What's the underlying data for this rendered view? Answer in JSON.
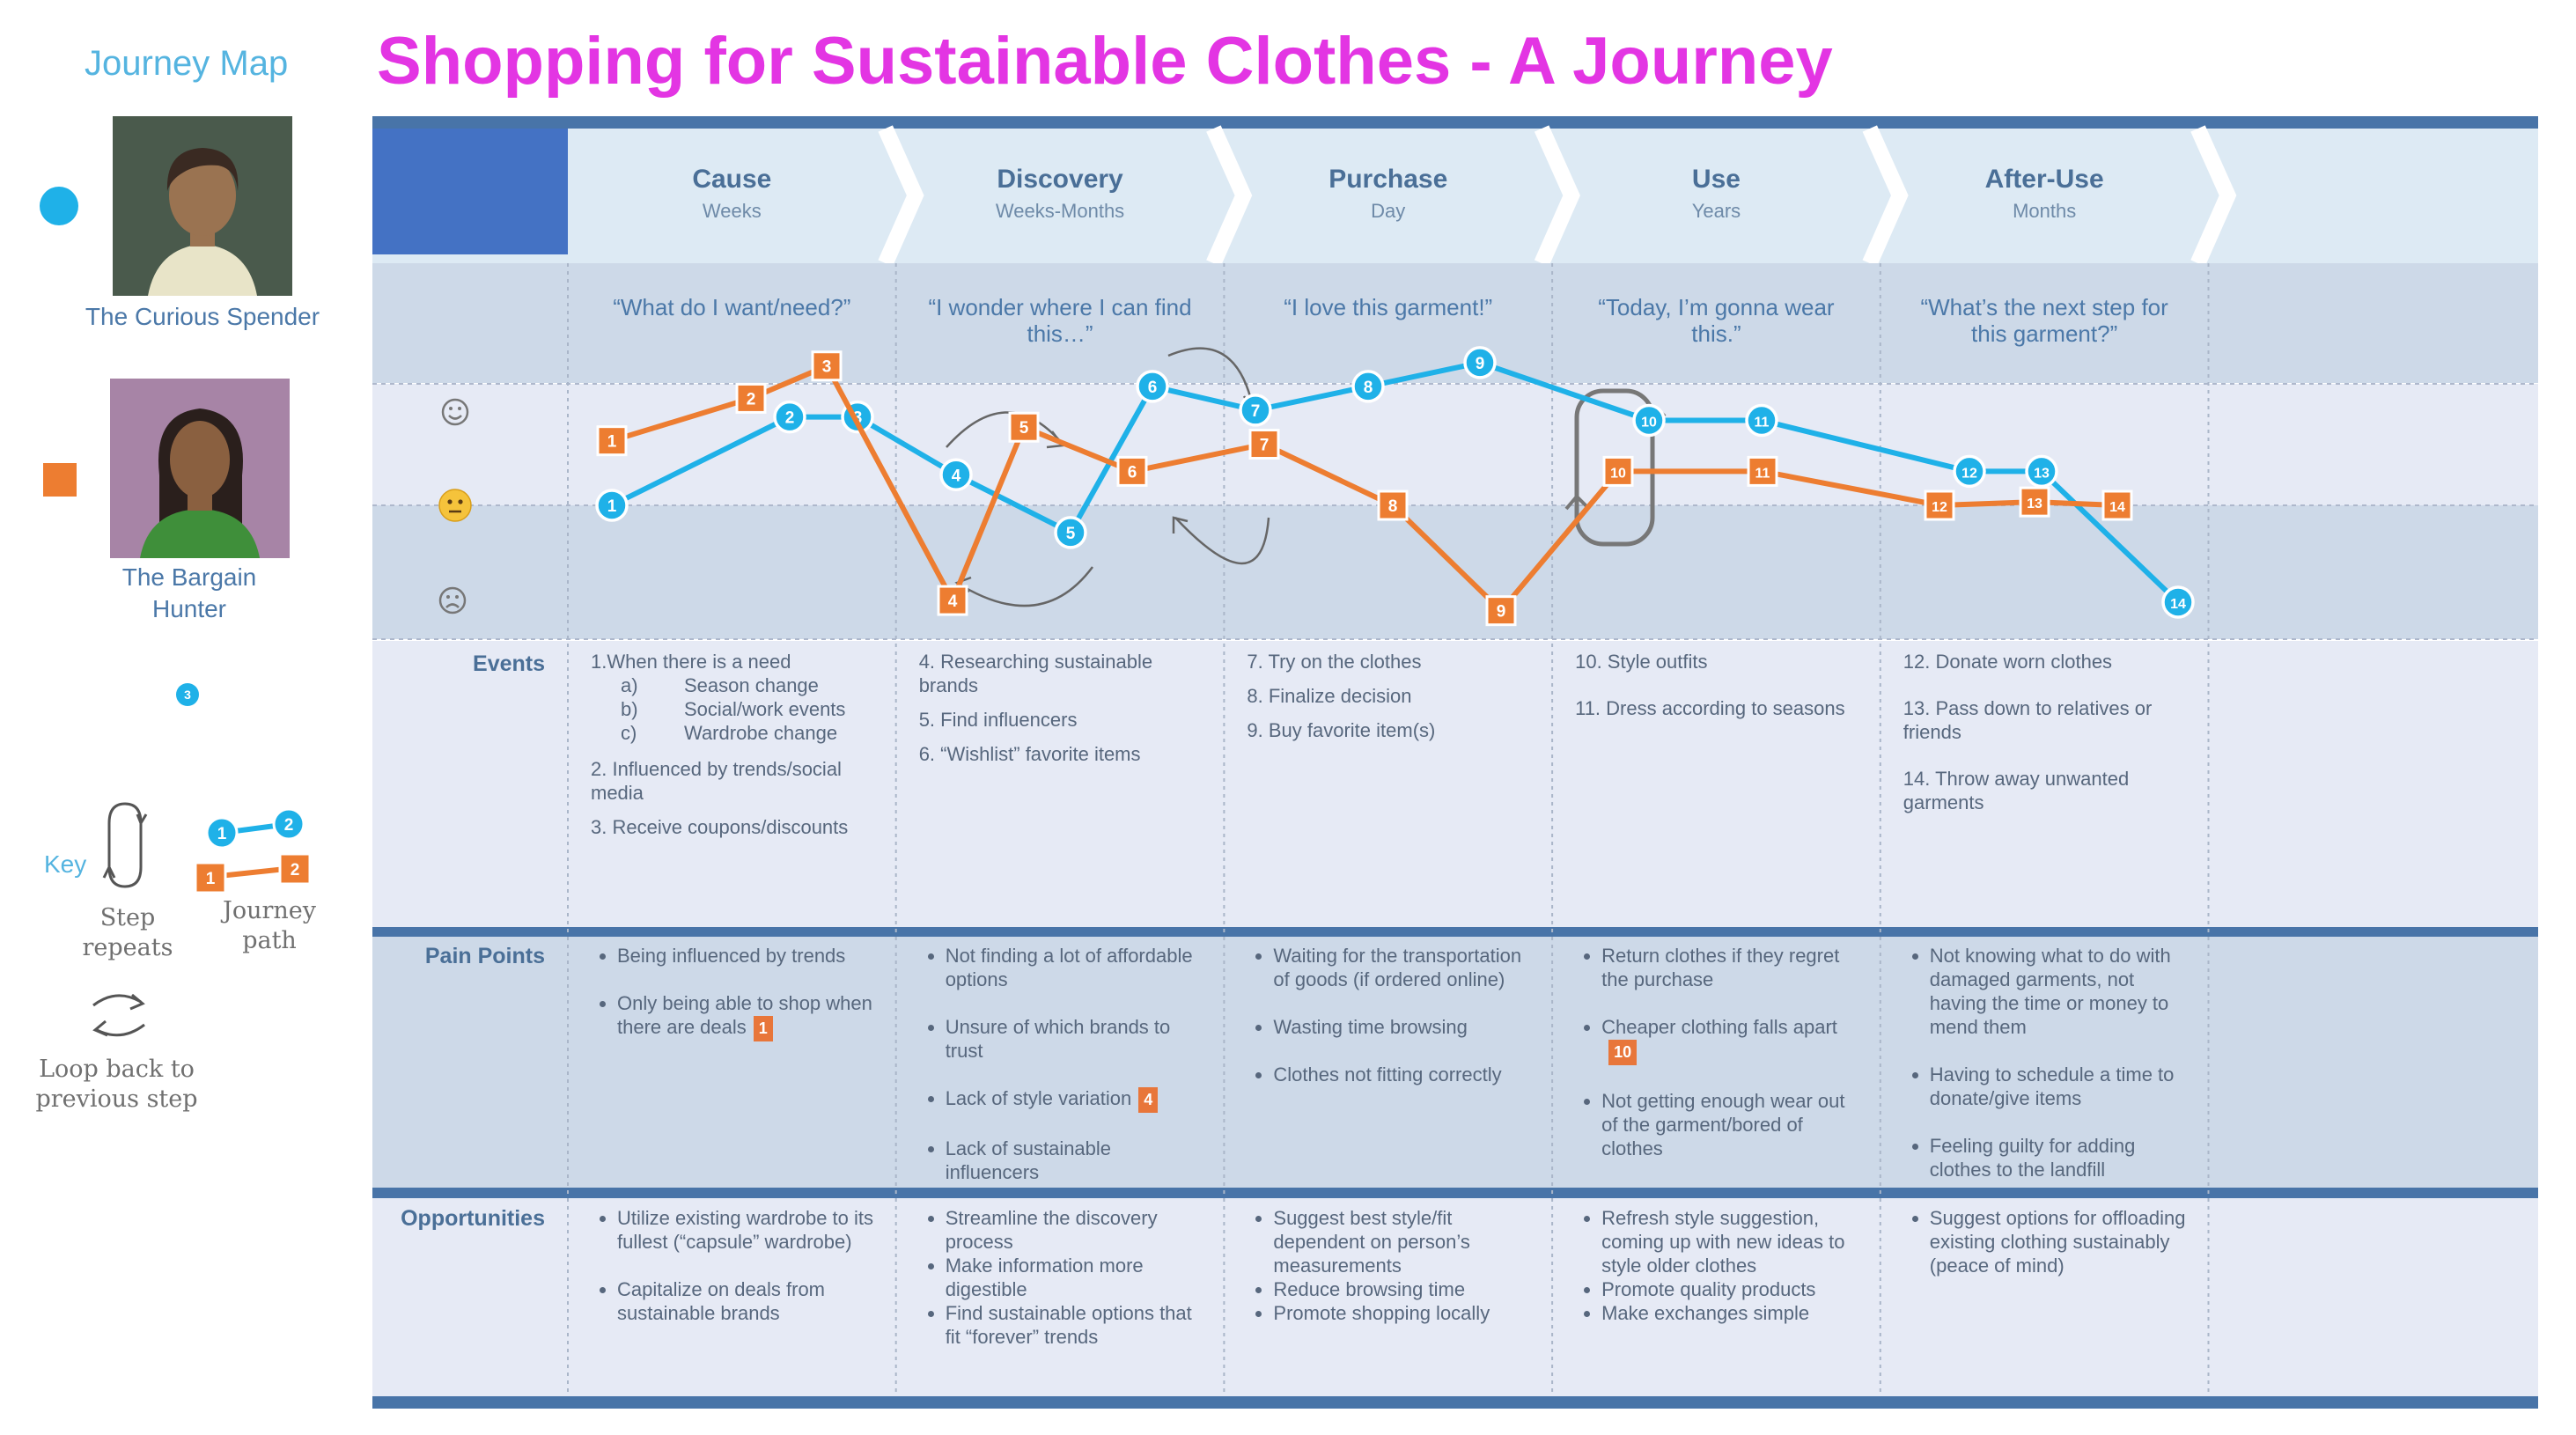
{
  "title": "Shopping for Sustainable Clothes - A Journey",
  "sidebar": {
    "heading": "Journey Map",
    "personas": [
      {
        "name": "The Curious Spender",
        "marker": "circle",
        "color": "#1fb1e8"
      },
      {
        "name": "The Bargain Hunter",
        "marker": "square",
        "color": "#ed7d31"
      }
    ],
    "note_marker": "3",
    "key": {
      "label": "Key",
      "step_repeats": "Step repeats",
      "journey_path": "Journey path",
      "loop_back": "Loop back to previous step",
      "sample_circles": [
        "1",
        "2"
      ],
      "sample_squares": [
        "1",
        "2"
      ]
    }
  },
  "phases": [
    {
      "name": "Cause",
      "duration": "Weeks",
      "quote": "“What do I want/need?”"
    },
    {
      "name": "Discovery",
      "duration": "Weeks-Months",
      "quote": "“I wonder where I can find this…”"
    },
    {
      "name": "Purchase",
      "duration": "Day",
      "quote": "“I love this garment!”"
    },
    {
      "name": "Use",
      "duration": "Years",
      "quote": "“Today, I’m gonna wear this.”"
    },
    {
      "name": "After-Use",
      "duration": "Months",
      "quote": "“What’s the next step for this garment?”"
    }
  ],
  "emotion_icons": [
    "smile-face",
    "neutral-face",
    "sad-face"
  ],
  "journeys": {
    "curious_spender": {
      "color": "#1fb1e8",
      "points": [
        {
          "label": "1",
          "mood": 0.0
        },
        {
          "label": "2",
          "mood": 0.52
        },
        {
          "label": "3",
          "mood": 0.52
        },
        {
          "label": "4",
          "mood": 0.18
        },
        {
          "label": "5",
          "mood": -0.16
        },
        {
          "label": "6",
          "mood": 0.7
        },
        {
          "label": "7",
          "mood": 0.56
        },
        {
          "label": "8",
          "mood": 0.7
        },
        {
          "label": "9",
          "mood": 0.84
        },
        {
          "label": "10",
          "mood": 0.5
        },
        {
          "label": "11",
          "mood": 0.5
        },
        {
          "label": "12",
          "mood": 0.2
        },
        {
          "label": "13",
          "mood": 0.2
        },
        {
          "label": "14",
          "mood": -0.57
        }
      ]
    },
    "bargain_hunter": {
      "color": "#ed7d31",
      "points": [
        {
          "label": "1",
          "mood": 0.38
        },
        {
          "label": "2",
          "mood": 0.63
        },
        {
          "label": "3",
          "mood": 0.82
        },
        {
          "label": "4",
          "mood": -0.56
        },
        {
          "label": "5",
          "mood": 0.46
        },
        {
          "label": "6",
          "mood": 0.2
        },
        {
          "label": "7",
          "mood": 0.36
        },
        {
          "label": "8",
          "mood": 0.0
        },
        {
          "label": "9",
          "mood": -0.62
        },
        {
          "label": "10",
          "mood": 0.2
        },
        {
          "label": "11",
          "mood": 0.2
        },
        {
          "label": "12",
          "mood": 0.0
        },
        {
          "label": "13",
          "mood": 0.02
        },
        {
          "label": "14",
          "mood": 0.0
        }
      ]
    }
  },
  "rows": {
    "events_label": "Events",
    "pain_label": "Pain Points",
    "opp_label": "Opportunities"
  },
  "events": [
    {
      "lead": "1.When there is a need",
      "sub": [
        [
          "a)",
          "Season change"
        ],
        [
          "b)",
          "Social/work events"
        ],
        [
          "c)",
          "Wardrobe change"
        ]
      ],
      "items": [
        "2.  Influenced by trends/social media",
        "3. Receive coupons/discounts"
      ]
    },
    {
      "lead": "",
      "sub": [],
      "items": [
        "4. Researching sustainable brands",
        "5. Find influencers",
        "6. “Wishlist” favorite items"
      ]
    },
    {
      "lead": "",
      "sub": [],
      "items": [
        "7. Try on the clothes",
        "8. Finalize decision",
        "9. Buy favorite item(s)"
      ]
    },
    {
      "lead": "",
      "sub": [],
      "items": [
        "10. Style outfits",
        "11. Dress according to seasons"
      ]
    },
    {
      "lead": "",
      "sub": [],
      "items": [
        "12. Donate worn clothes",
        "13. Pass down to relatives or friends",
        "14. Throw away unwanted garments"
      ]
    }
  ],
  "pain_points": [
    [
      {
        "text": "Being influenced by trends"
      },
      {
        "text": "Only being able to shop when there are deals",
        "badge": "1"
      }
    ],
    [
      {
        "text": "Not finding a lot of affordable options"
      },
      {
        "text": "Unsure of which brands to trust"
      },
      {
        "text": "Lack of style variation",
        "badge": "4"
      },
      {
        "text": "Lack of sustainable influencers"
      }
    ],
    [
      {
        "text": "Waiting for the transportation of goods (if ordered online)"
      },
      {
        "text": "Wasting time browsing"
      },
      {
        "text": "Clothes not fitting correctly"
      }
    ],
    [
      {
        "text": "Return clothes if they regret the purchase"
      },
      {
        "text": "Cheaper clothing falls apart",
        "badge": "10"
      },
      {
        "text": "Not getting enough wear out of the garment/bored of clothes"
      }
    ],
    [
      {
        "text": "Not knowing what to do with damaged garments, not having the time or money to mend them"
      },
      {
        "text": "Having to schedule a time to donate/give items"
      },
      {
        "text": "Feeling guilty for adding clothes to the landfill"
      }
    ]
  ],
  "opportunities": [
    {
      "tight": false,
      "items": [
        "Utilize existing wardrobe to its fullest (“capsule” wardrobe)",
        "Capitalize on deals from sustainable brands"
      ]
    },
    {
      "tight": true,
      "items": [
        "Streamline the discovery process",
        "Make information more digestible",
        "Find sustainable options that fit “forever” trends"
      ]
    },
    {
      "tight": true,
      "items": [
        "Suggest best style/fit dependent on person’s measurements",
        "Reduce browsing time",
        "Promote shopping locally"
      ]
    },
    {
      "tight": true,
      "items": [
        "Refresh style suggestion, coming up with new ideas to style older clothes",
        "Promote quality products",
        "Make exchanges simple"
      ]
    },
    {
      "tight": true,
      "items": [
        "Suggest options for offloading existing clothing sustainably (peace of mind)"
      ]
    }
  ]
}
